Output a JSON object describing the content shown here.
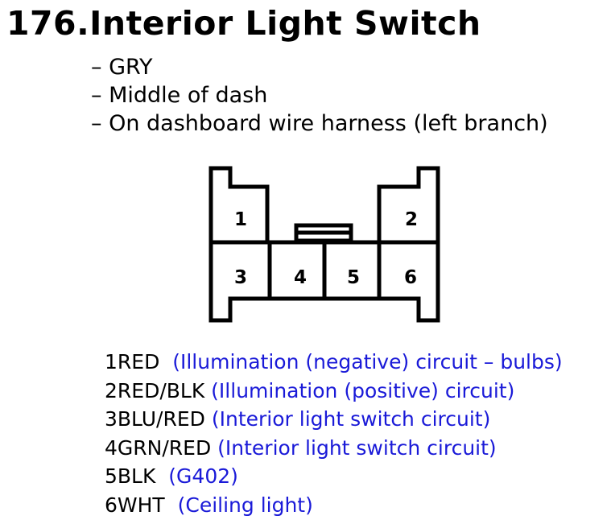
{
  "title": "176.Interior Light Switch",
  "notes": [
    "– GRY",
    "– Middle of dash",
    "– On dashboard wire harness (left branch)"
  ],
  "connector": {
    "pins": [
      "1",
      "2",
      "3",
      "4",
      "5",
      "6"
    ]
  },
  "pins": [
    {
      "wire": "1RED",
      "desc": "(Illumination (negative) circuit – bulbs)"
    },
    {
      "wire": "2RED/BLK",
      "desc": "(Illumination (positive) circuit)"
    },
    {
      "wire": "3BLU/RED",
      "desc": "(Interior light switch circuit)"
    },
    {
      "wire": "4GRN/RED",
      "desc": "(Interior light switch circuit)"
    },
    {
      "wire": "5BLK",
      "desc": "(G402)"
    },
    {
      "wire": "6WHT",
      "desc": "(Ceiling light)"
    }
  ],
  "colors": {
    "description_text": "#1a1ad8"
  }
}
